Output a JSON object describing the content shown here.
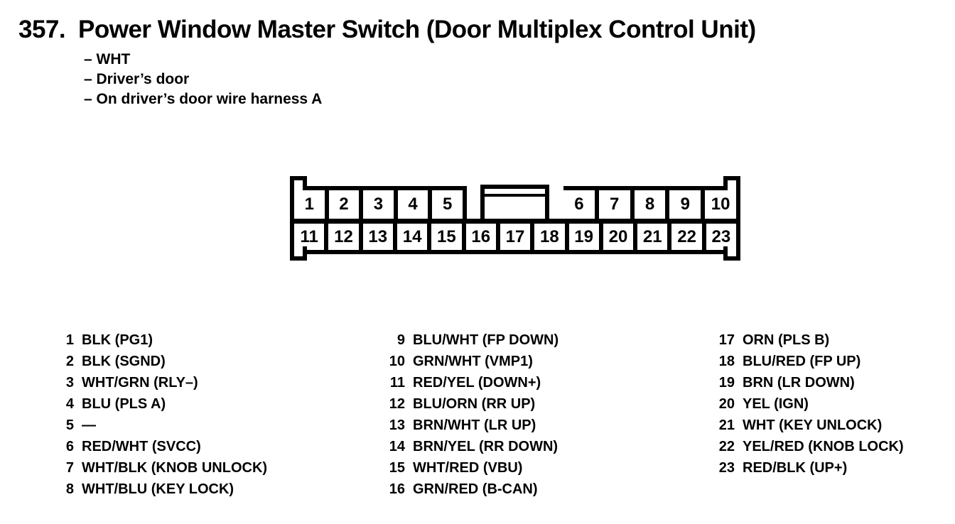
{
  "heading": {
    "number": "357.",
    "title": "Power Window Master Switch (Door Multiplex Control Unit)"
  },
  "notes": [
    "– WHT",
    "– Driver’s door",
    "– On driver’s door wire harness A"
  ],
  "connector": {
    "top_left_pins": [
      "1",
      "2",
      "3",
      "4",
      "5"
    ],
    "top_right_pins": [
      "6",
      "7",
      "8",
      "9",
      "10"
    ],
    "bottom_pins": [
      "11",
      "12",
      "13",
      "14",
      "15",
      "16",
      "17",
      "18",
      "19",
      "20",
      "21",
      "22",
      "23"
    ]
  },
  "pin_columns": [
    {
      "pins": [
        {
          "num": "1",
          "label": "BLK (PG1)"
        },
        {
          "num": "2",
          "label": "BLK (SGND)"
        },
        {
          "num": "3",
          "label": "WHT/GRN (RLY–)"
        },
        {
          "num": "4",
          "label": "BLU (PLS A)"
        },
        {
          "num": "5",
          "label": "—"
        },
        {
          "num": "6",
          "label": "RED/WHT (SVCC)"
        },
        {
          "num": "7",
          "label": "WHT/BLK (KNOB UNLOCK)"
        },
        {
          "num": "8",
          "label": "WHT/BLU (KEY LOCK)"
        }
      ]
    },
    {
      "pins": [
        {
          "num": "9",
          "label": "BLU/WHT (FP DOWN)"
        },
        {
          "num": "10",
          "label": "GRN/WHT (VMP1)"
        },
        {
          "num": "11",
          "label": "RED/YEL (DOWN+)"
        },
        {
          "num": "12",
          "label": "BLU/ORN (RR UP)"
        },
        {
          "num": "13",
          "label": "BRN/WHT (LR UP)"
        },
        {
          "num": "14",
          "label": "BRN/YEL (RR DOWN)"
        },
        {
          "num": "15",
          "label": "WHT/RED (VBU)"
        },
        {
          "num": "16",
          "label": "GRN/RED (B-CAN)"
        }
      ]
    },
    {
      "pins": [
        {
          "num": "17",
          "label": "ORN (PLS B)"
        },
        {
          "num": "18",
          "label": "BLU/RED (FP UP)"
        },
        {
          "num": "19",
          "label": "BRN (LR DOWN)"
        },
        {
          "num": "20",
          "label": "YEL (IGN)"
        },
        {
          "num": "21",
          "label": "WHT (KEY UNLOCK)"
        },
        {
          "num": "22",
          "label": "YEL/RED (KNOB LOCK)"
        },
        {
          "num": "23",
          "label": "RED/BLK (UP+)"
        }
      ]
    }
  ],
  "colors": {
    "ink": "#000000",
    "paper": "#ffffff"
  }
}
